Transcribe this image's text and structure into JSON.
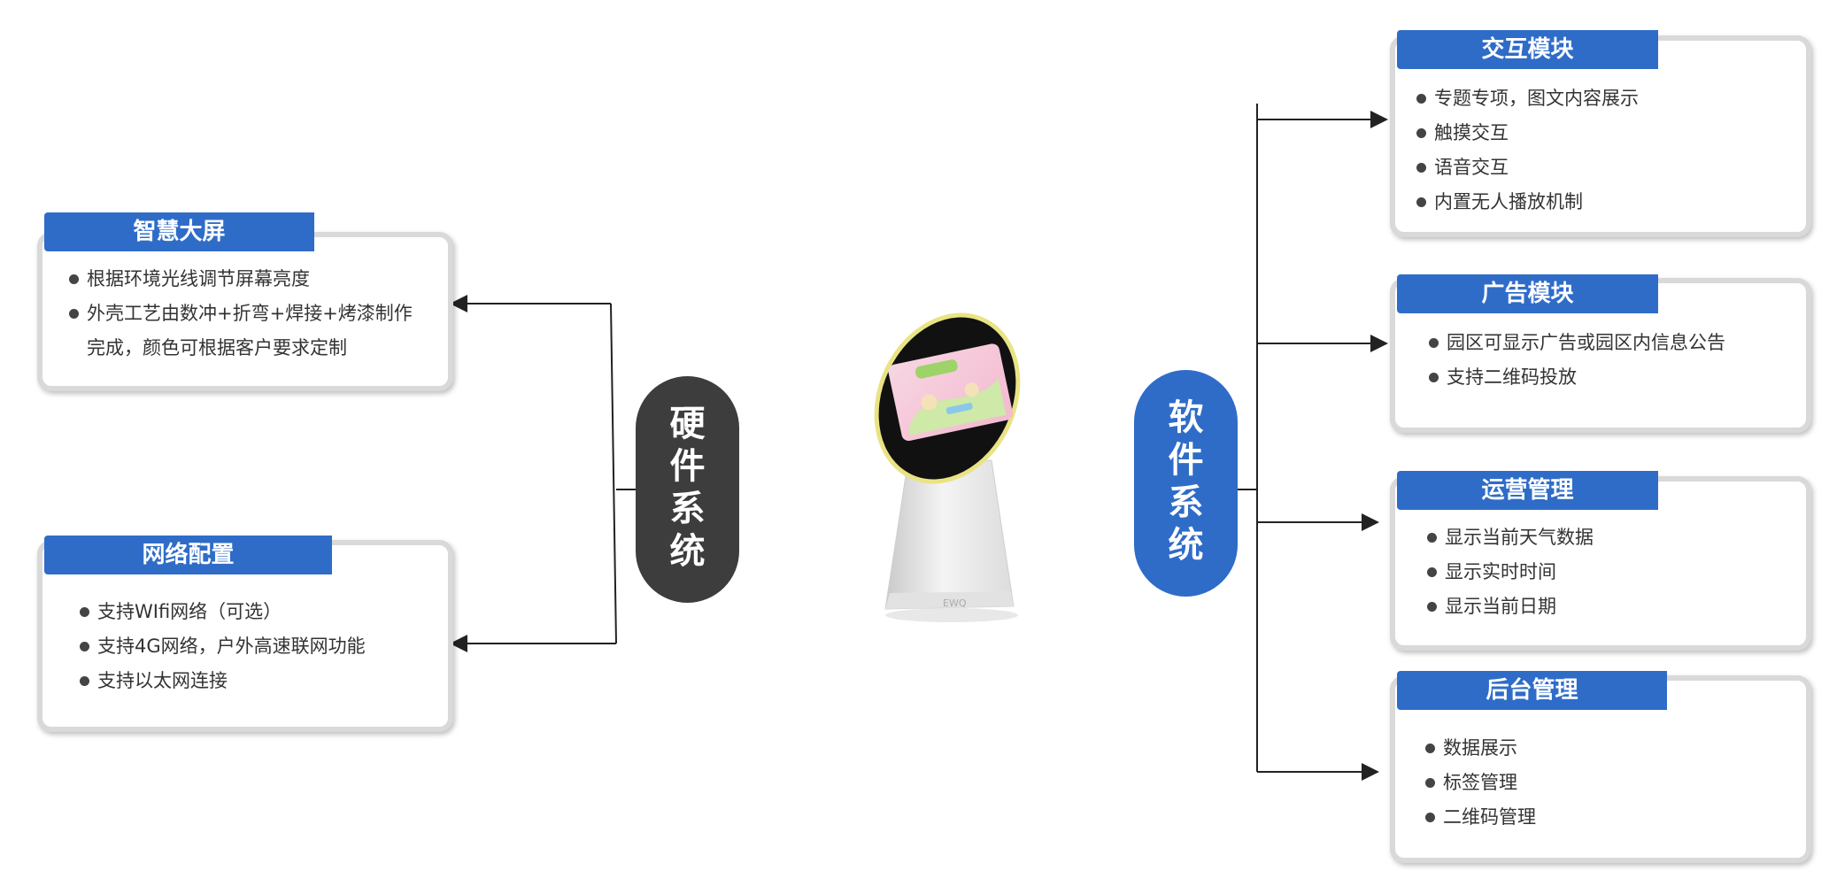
{
  "hardware": {
    "title_chars": [
      "硬",
      "件",
      "系",
      "统"
    ],
    "modules": [
      {
        "title": "智慧大屏",
        "items": [
          "根据环境光线调节屏幕亮度",
          "外壳工艺由数冲+折弯+焊接+烤漆制作",
          "完成，颜色可根据客户要求定制"
        ]
      },
      {
        "title": "网络配置",
        "items": [
          "支持WIfi网络（可选）",
          "支持4G网络，户外高速联网功能",
          "支持以太网连接"
        ]
      }
    ]
  },
  "software": {
    "title_chars": [
      "软",
      "件",
      "系",
      "统"
    ],
    "modules": [
      {
        "title": "交互模块",
        "items": [
          "专题专项，图文内容展示",
          "触摸交互",
          "语音交互",
          "内置无人播放机制"
        ]
      },
      {
        "title": "广告模块",
        "items": [
          "园区可显示广告或园区内信息公告",
          "支持二维码投放"
        ]
      },
      {
        "title": "运营管理",
        "items": [
          "显示当前天气数据",
          "显示实时时间",
          "显示当前日期"
        ]
      },
      {
        "title": "后台管理",
        "items": [
          "数据展示",
          "标签管理",
          "二维码管理"
        ]
      }
    ]
  },
  "device": {
    "brand": "EWQ"
  },
  "colors": {
    "accent": "#2f6cc8",
    "hardware_pill": "#3d3d3d",
    "card_border": "#d9d9d9"
  }
}
